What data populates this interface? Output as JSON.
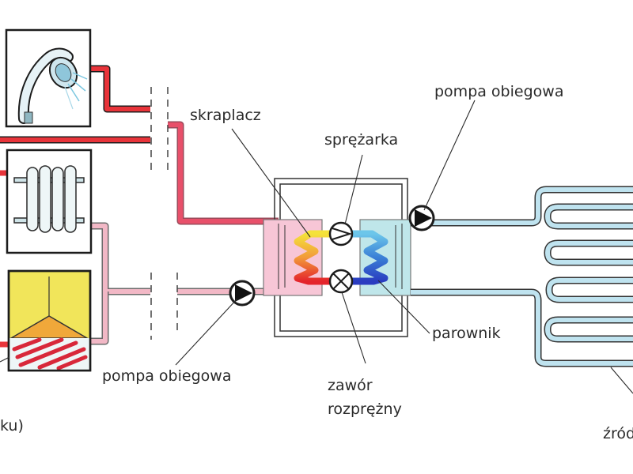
{
  "diagram": {
    "title": "Schemat pompy ciepła",
    "labels": {
      "condenser": "skraplacz",
      "compressor": "sprężarka",
      "pump_source": "pompa obiegowa",
      "pump_heating": "pompa obiegowa",
      "evaporator": "parownik",
      "expansion_valve_line1": "zawór",
      "expansion_valve_line2": "rozprężny",
      "source_partial": "źród",
      "floor_partial": "ku)"
    },
    "components": {
      "receivers": [
        "shower-hot-water",
        "radiator",
        "underfloor-heating"
      ],
      "refrigerant_loop": [
        "condenser",
        "compressor",
        "evaporator",
        "expansion-valve"
      ],
      "source": "ground-collector"
    },
    "colors": {
      "hot_pipe": "#e8343a",
      "warm_pipe": "#f2b8c6",
      "cold_pipe": "#bfe3ef",
      "condenser_zone": "#f7c6d6",
      "evaporator_zone": "#bfe6ea",
      "floor_fill": "#f1e55a",
      "floor_cover": "#f0a83a"
    }
  }
}
